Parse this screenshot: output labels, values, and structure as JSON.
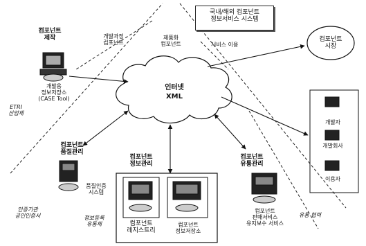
{
  "title_box": {
    "line1": "국내/해외 컴포넌트",
    "line2": "정보서비스 시스템"
  },
  "cloud": {
    "line1": "인터넷",
    "line2": "XML"
  },
  "market": {
    "line1": "컴포넌트",
    "line2": "시장"
  },
  "flow_labels": {
    "dev_process": {
      "line1": "개발과정",
      "line2": "컴포넌트"
    },
    "productized": {
      "line1": "제품화",
      "line2": "컴포넌트"
    },
    "service_use": "서비스 이용",
    "etri": {
      "line1": "ETRI",
      "line2": "산업체"
    },
    "cert_org": {
      "line1": "인증기관",
      "line2": "공인인증서"
    },
    "info_reg": {
      "line1": "정보등록",
      "line2": "유통체"
    },
    "distribution": "유통 협력"
  },
  "nodes": {
    "production": {
      "title_line1": "컴포넌트",
      "title_line2": "제작",
      "caption_line1": "개발용",
      "caption_line2": "정보저장소",
      "caption_line3": "(CASE Tool)"
    },
    "quality": {
      "title_line1": "컴포넌트",
      "title_line2": "품질관리",
      "caption_line1": "품질인증",
      "caption_line2": "시스템"
    },
    "info": {
      "title_line1": "컴포넌트",
      "title_line2": "정보관리",
      "registry_line1": "컴포넌트",
      "registry_line2": "레지스트리",
      "repo_line1": "컴포넌트",
      "repo_line2": "정보저장소"
    },
    "dist": {
      "title_line1": "컴포넌트",
      "title_line2": "유통관리",
      "caption_line1": "컴포넌트",
      "caption_line2": "판매서비스",
      "caption_line3": "유지보수 서비스"
    }
  },
  "users": {
    "developer": "개발자",
    "dev_company": "개발회사",
    "user": "이용자"
  }
}
